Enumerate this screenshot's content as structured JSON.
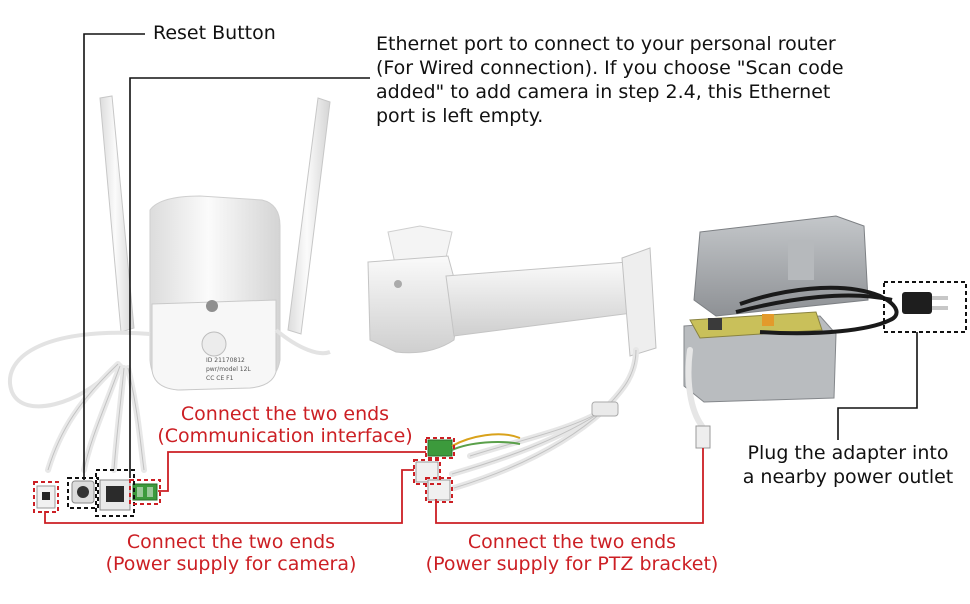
{
  "labels": {
    "reset_button": "Reset Button",
    "ethernet_port": [
      "Ethernet port to connect to your personal router",
      "(For Wired connection). If you choose \"Scan code",
      "added\" to add camera in step 2.4, this Ethernet",
      "port is left empty."
    ],
    "comm_connect": [
      "Connect the two ends",
      "(Communication interface)"
    ],
    "camera_power": [
      "Connect the two ends",
      "(Power supply for camera)"
    ],
    "ptz_power": [
      "Connect the two ends",
      "(Power supply for PTZ bracket)"
    ],
    "adapter": [
      "Plug the adapter into",
      "a nearby power outlet"
    ]
  },
  "device_markings": {
    "camera_label_lines": [
      "ID 21170812",
      "pwr/model 12L",
      "CC CE F1"
    ]
  },
  "colors": {
    "leader_red": "#cc1f24",
    "leader_black": "#111111",
    "device_body": "#f2f2f2",
    "device_shadow": "#c9c9c9",
    "adapter_grey": "#a7aaad",
    "cable": "#e9e9e9"
  }
}
